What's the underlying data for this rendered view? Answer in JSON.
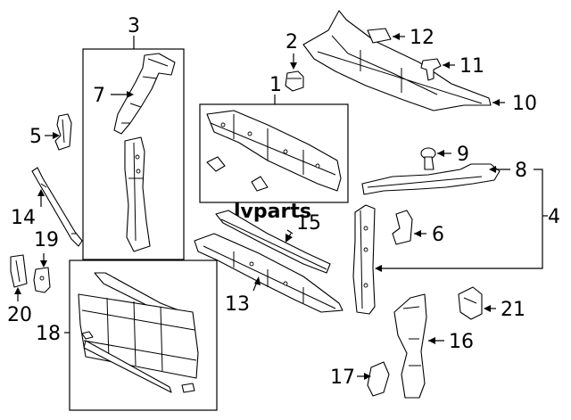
{
  "watermark": "lvparts",
  "callouts": {
    "c1": "1",
    "c2": "2",
    "c3": "3",
    "c4": "4",
    "c5": "5",
    "c6": "6",
    "c7": "7",
    "c8": "8",
    "c9": "9",
    "c10": "10",
    "c11": "11",
    "c12": "12",
    "c13": "13",
    "c14": "14",
    "c15": "15",
    "c16": "16",
    "c17": "17",
    "c18": "18",
    "c19": "19",
    "c20": "20",
    "c21": "21"
  }
}
